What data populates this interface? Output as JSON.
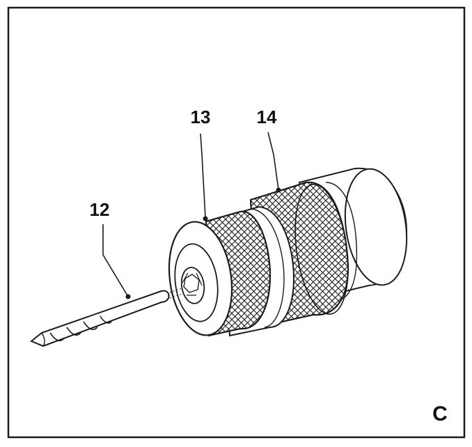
{
  "figure": {
    "panel_letter": "C",
    "callouts": {
      "drill_bit": "12",
      "front_sleeve": "13",
      "rear_sleeve": "14"
    }
  },
  "colors": {
    "line": "#1a1a1a",
    "fill": "#ffffff",
    "knurl": "#333333"
  }
}
